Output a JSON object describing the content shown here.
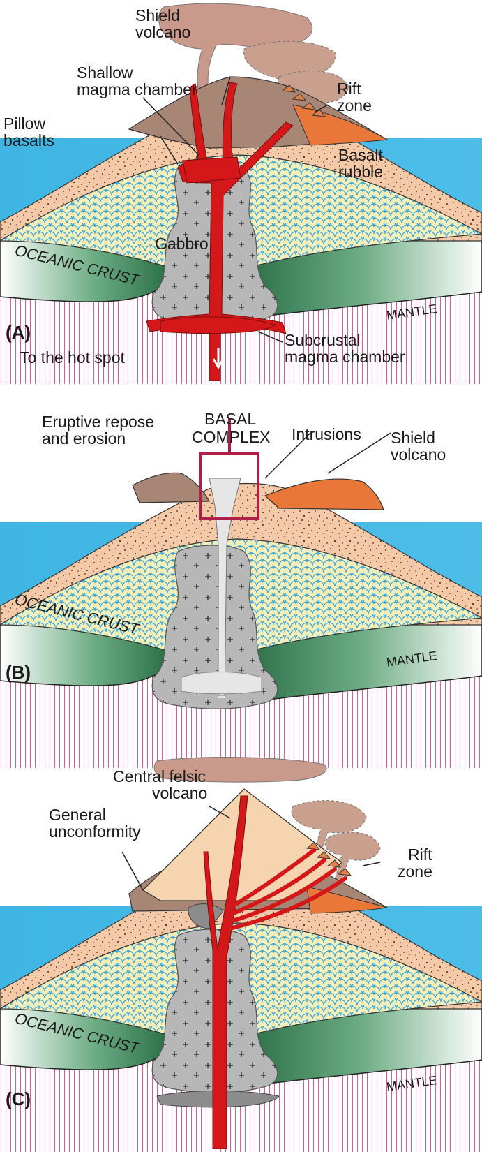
{
  "panels": [
    {
      "tag": "(A)",
      "labels": {
        "shield_volcano": [
          "Shield",
          "volcano"
        ],
        "shallow_chamber": [
          "Shallow",
          "magma chamber"
        ],
        "rift_zone": [
          "Rift",
          "zone"
        ],
        "pillow_basalts": [
          "Pillow",
          "basalts"
        ],
        "basalt_rubble": [
          "Basalt",
          "rubble"
        ],
        "gabbro": "Gabbro",
        "oceanic_crust": "OCEANIC CRUST",
        "mantle": "MANTLE",
        "hot_spot": "To the hot spot",
        "subcrustal_chamber": [
          "Subcrustal",
          "magma chamber"
        ]
      }
    },
    {
      "tag": "(B)",
      "labels": {
        "eruptive_repose": [
          "Eruptive repose",
          "and erosion"
        ],
        "basal_complex": [
          "BASAL",
          "COMPLEX"
        ],
        "intrusions": "Intrusions",
        "shield_volcano": [
          "Shield",
          "volcano"
        ],
        "oceanic_crust": "OCEANIC CRUST",
        "mantle": "MANTLE"
      }
    },
    {
      "tag": "(C)",
      "labels": {
        "central_felsic": [
          "Central felsic",
          "volcano"
        ],
        "general_unconformity": [
          "General",
          "unconformity"
        ],
        "rift_zone": [
          "Rift",
          "zone"
        ],
        "oceanic_crust": "OCEANIC CRUST",
        "mantle": "MANTLE"
      }
    }
  ],
  "colors": {
    "sea": "#3bb3e3",
    "basalt_rubble": "#f3c9a8",
    "pillow_fill": "#f4eebb",
    "pillow_stroke": "#3aa6d8",
    "gabbro": "#b5b5b5",
    "oceanic_crust": "#2f7f4f",
    "mantle_line": "#e0609c",
    "magma": "#d4181a",
    "eruption_cloud": "#c99a8c",
    "old_volcano": "#a88675",
    "shield_volcano": "#e9773a",
    "felsic_volcano": "#f6d4b0",
    "basal_box": "#b01e4a"
  }
}
